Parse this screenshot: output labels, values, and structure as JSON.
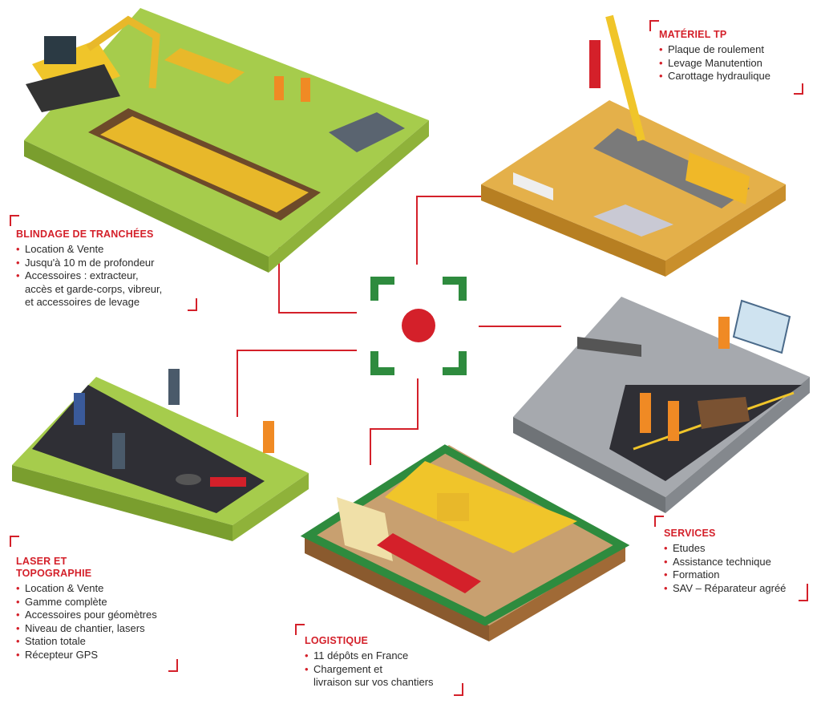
{
  "colors": {
    "accent": "#d4202a",
    "green": "#2e8b3e",
    "text": "#2a2a2a"
  },
  "center_icon": {
    "name": "target-icon"
  },
  "sections": {
    "materiel": {
      "title": "MATÉRIEL TP",
      "items": [
        "Plaque de roulement",
        "Levage Manutention",
        "Carottage hydraulique"
      ]
    },
    "blindage": {
      "title": "BLINDAGE DE TRANCHÉES",
      "items": [
        "Location & Vente",
        "Jusqu'à 10 m de profondeur",
        "Accessoires : extracteur,",
        "accès et garde-corps, vibreur,",
        "et accessoires de levage"
      ]
    },
    "services": {
      "title": "SERVICES",
      "items": [
        "Etudes",
        "Assistance technique",
        "Formation",
        "SAV – Réparateur agréé"
      ]
    },
    "laser": {
      "title_line1": "LASER ET",
      "title_line2": "TOPOGRAPHIE",
      "items": [
        "Location & Vente",
        "Gamme complète",
        "Accessoires pour géomètres",
        "Niveau de chantier, lasers",
        "Station totale",
        "Récepteur GPS"
      ]
    },
    "logistique": {
      "title": "LOGISTIQUE",
      "items": [
        "11 dépôts en France",
        "Chargement et",
        "livraison sur vos chantiers"
      ]
    }
  }
}
